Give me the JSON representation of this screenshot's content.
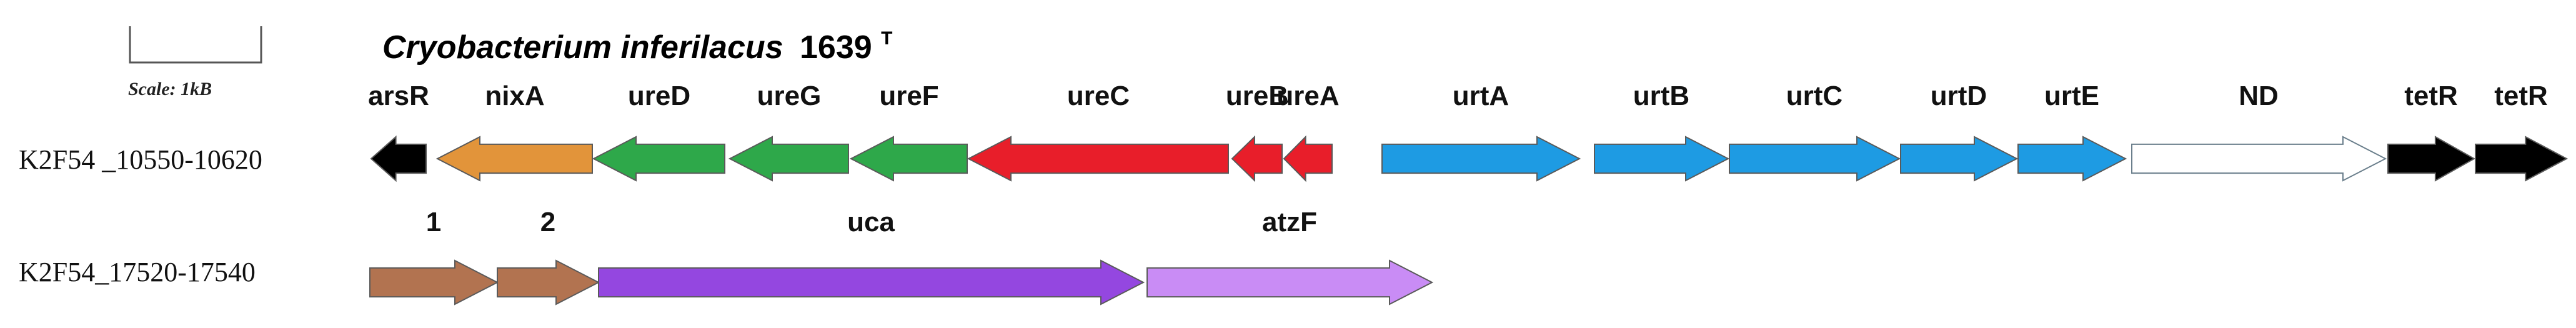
{
  "title": {
    "organism": "Cryobacterium inferilacus",
    "strain": "1639",
    "superscript": "T"
  },
  "scale": {
    "label": "Scale: 1kB"
  },
  "loci": [
    {
      "id": "K2F54 _10550-10620",
      "genes": [
        {
          "name": "arsR",
          "color": "#000000",
          "direction": "reverse"
        },
        {
          "name": "nixA",
          "color": "#E2943A",
          "direction": "reverse"
        },
        {
          "name": "ureD",
          "color": "#2EA84A",
          "direction": "reverse"
        },
        {
          "name": "ureG",
          "color": "#2EA84A",
          "direction": "reverse"
        },
        {
          "name": "ureF",
          "color": "#2EA84A",
          "direction": "reverse"
        },
        {
          "name": "ureC",
          "color": "#E81E2A",
          "direction": "reverse"
        },
        {
          "name": "ureB",
          "color": "#E81E2A",
          "direction": "reverse"
        },
        {
          "name": "ureA",
          "color": "#E81E2A",
          "direction": "reverse"
        },
        {
          "name": "urtA",
          "color": "#1E9BE3",
          "direction": "forward"
        },
        {
          "name": "urtB",
          "color": "#1E9BE3",
          "direction": "forward"
        },
        {
          "name": "urtC",
          "color": "#1E9BE3",
          "direction": "forward"
        },
        {
          "name": "urtD",
          "color": "#1E9BE3",
          "direction": "forward"
        },
        {
          "name": "urtE",
          "color": "#1E9BE3",
          "direction": "forward"
        },
        {
          "name": "ND",
          "color": "#FFFFFF",
          "direction": "forward"
        },
        {
          "name": "tetR",
          "color": "#000000",
          "direction": "forward"
        },
        {
          "name": "tetR",
          "color": "#000000",
          "direction": "forward"
        }
      ]
    },
    {
      "id": "K2F54_17520-17540",
      "genes": [
        {
          "name": "1",
          "color": "#B27350",
          "direction": "forward"
        },
        {
          "name": "2",
          "color": "#B27350",
          "direction": "forward"
        },
        {
          "name": "uca",
          "color": "#9447E0",
          "direction": "forward"
        },
        {
          "name": "atzF",
          "color": "#C98CF5",
          "direction": "forward"
        }
      ]
    }
  ]
}
